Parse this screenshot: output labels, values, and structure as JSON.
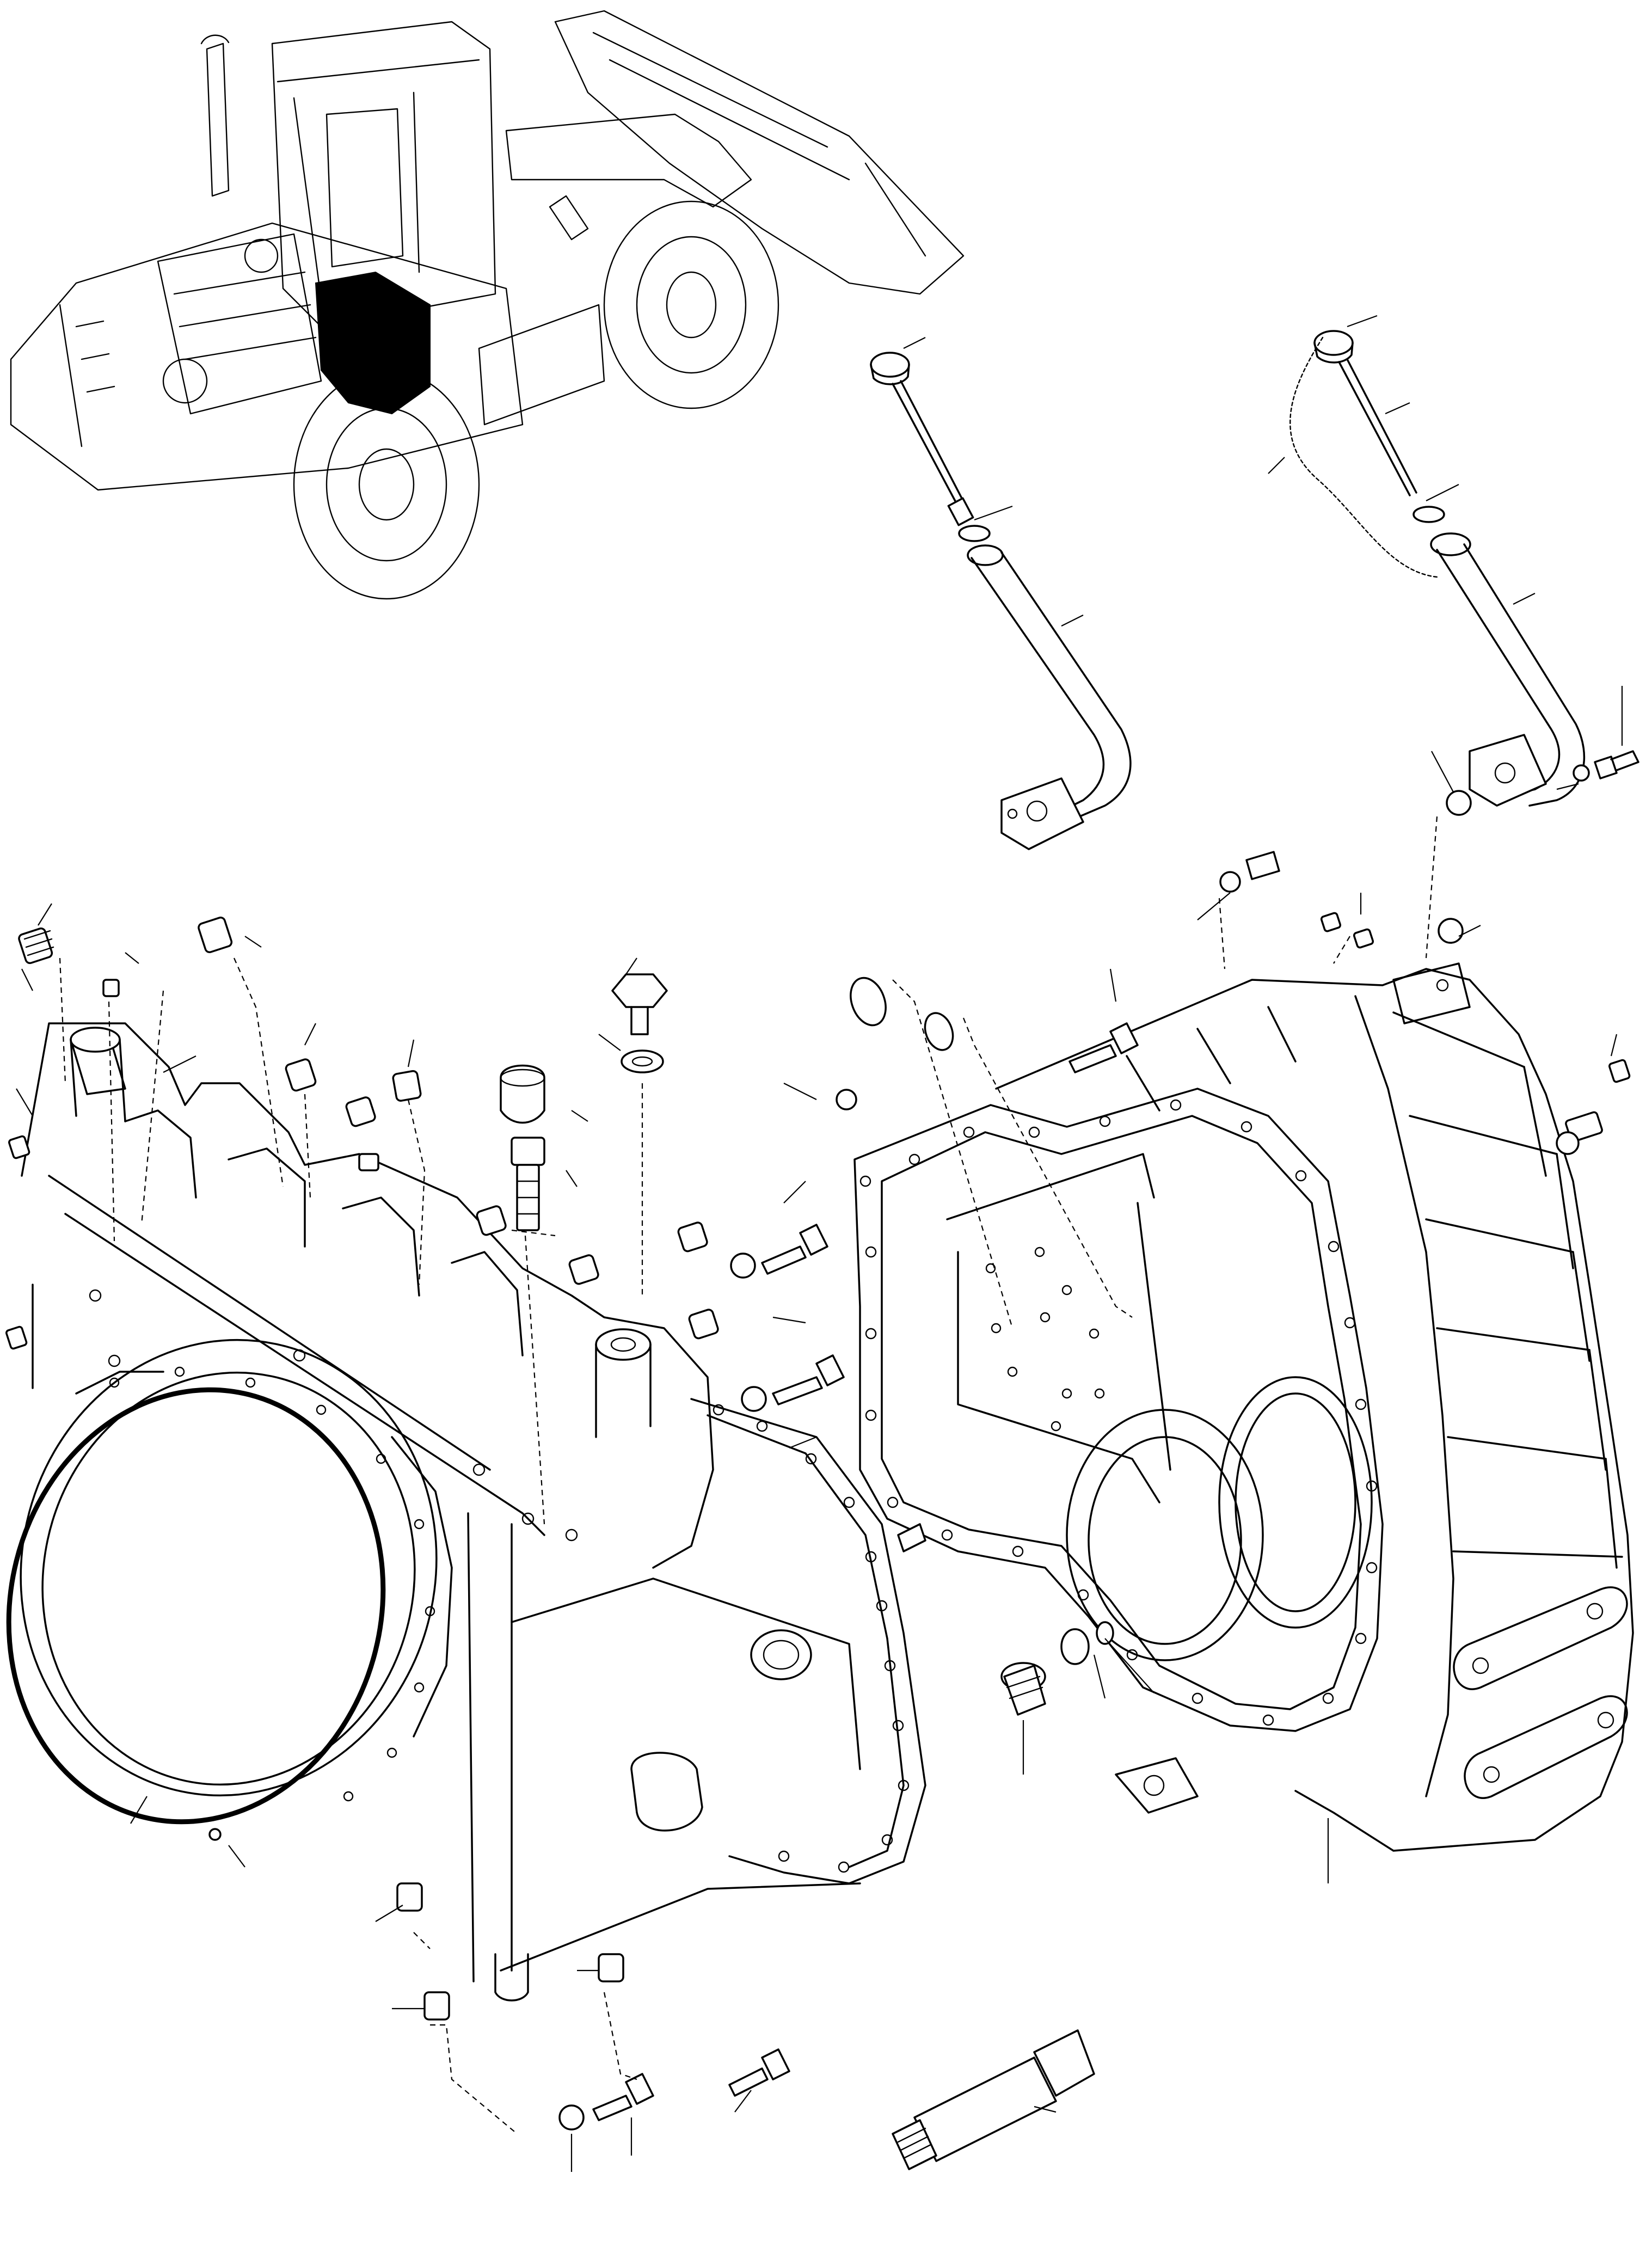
{
  "figure": {
    "kind": "exploded-parts-diagram",
    "subject_icon": "wheel-loader-with-highlighted-transmission",
    "line_color": "#000000",
    "background_color": "#ffffff",
    "highlight_color": "#000000"
  },
  "parts": [
    {
      "id": "dipstick-cap-left",
      "icon": "dipstick-cap"
    },
    {
      "id": "dipstick-rod-left",
      "icon": "dipstick-rod"
    },
    {
      "id": "seal-ring-left",
      "icon": "seal-ring"
    },
    {
      "id": "filler-tube-left",
      "icon": "bent-tube-with-flange"
    },
    {
      "id": "dipstick-cap-right",
      "icon": "dipstick-cap"
    },
    {
      "id": "retaining-chain",
      "icon": "chain"
    },
    {
      "id": "filler-tube-right",
      "icon": "bent-tube-with-flange"
    },
    {
      "id": "o-ring-flange",
      "icon": "o-ring"
    },
    {
      "id": "flange-bolt",
      "icon": "bolt"
    },
    {
      "id": "washer-flange",
      "icon": "washer"
    },
    {
      "id": "plug-with-seal",
      "icon": "plug"
    },
    {
      "id": "breather",
      "icon": "breather"
    },
    {
      "id": "front-housing",
      "icon": "transmission-housing"
    },
    {
      "id": "rear-housing",
      "icon": "transmission-housing"
    },
    {
      "id": "large-gasket-ring",
      "icon": "gasket-ring"
    },
    {
      "id": "screw-plugs",
      "icon": "screw-plug"
    },
    {
      "id": "hex-bolts",
      "icon": "bolt"
    },
    {
      "id": "washers",
      "icon": "washer"
    },
    {
      "id": "o-rings-loose",
      "icon": "o-ring"
    },
    {
      "id": "dowel-pins",
      "icon": "dowel-pin"
    },
    {
      "id": "pressure-sensor",
      "icon": "sensor"
    },
    {
      "id": "threaded-fitting",
      "icon": "fitting"
    },
    {
      "id": "sealant-tube",
      "icon": "sealant-tube"
    }
  ]
}
